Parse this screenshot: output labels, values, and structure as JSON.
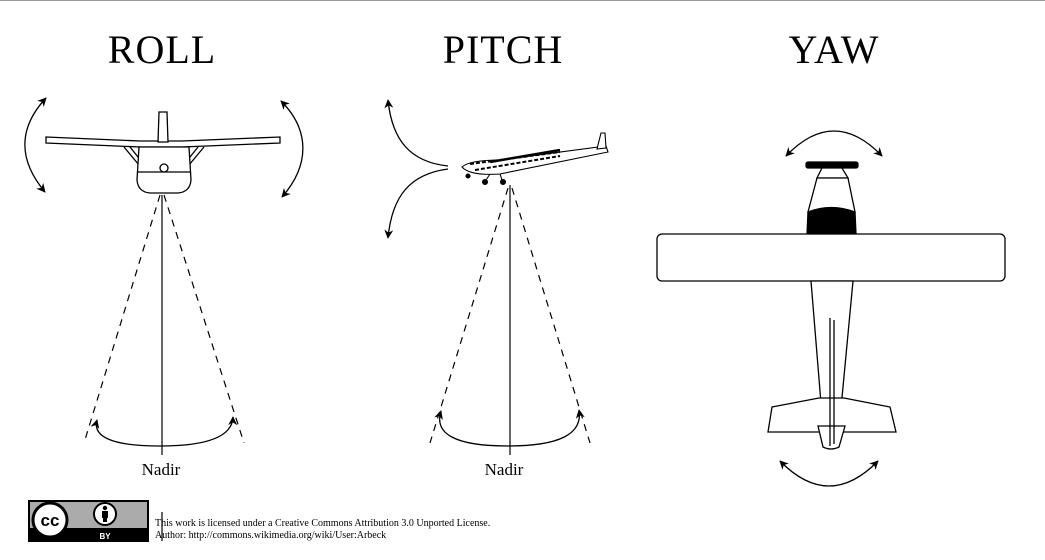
{
  "titles": {
    "roll": "ROLL",
    "pitch": "PITCH",
    "yaw": "YAW"
  },
  "labels": {
    "nadir_roll": "Nadir",
    "nadir_pitch": "Nadir"
  },
  "badge": {
    "cc": "cc",
    "by": "BY"
  },
  "license": {
    "line1": "This work is licensed under a Creative Commons Attribution 3.0 Unported License.",
    "line2": "Author: http://commons.wikimedia.org/wiki/User:Arbeck"
  },
  "icons": [
    "creative-commons-icon",
    "attribution-person-icon",
    "roll-airplane-front-icon",
    "pitch-airplane-side-icon",
    "yaw-airplane-top-icon"
  ],
  "colors": {
    "ink": "#000000",
    "background": "#ffffff",
    "badge_bg": "#ababab"
  }
}
